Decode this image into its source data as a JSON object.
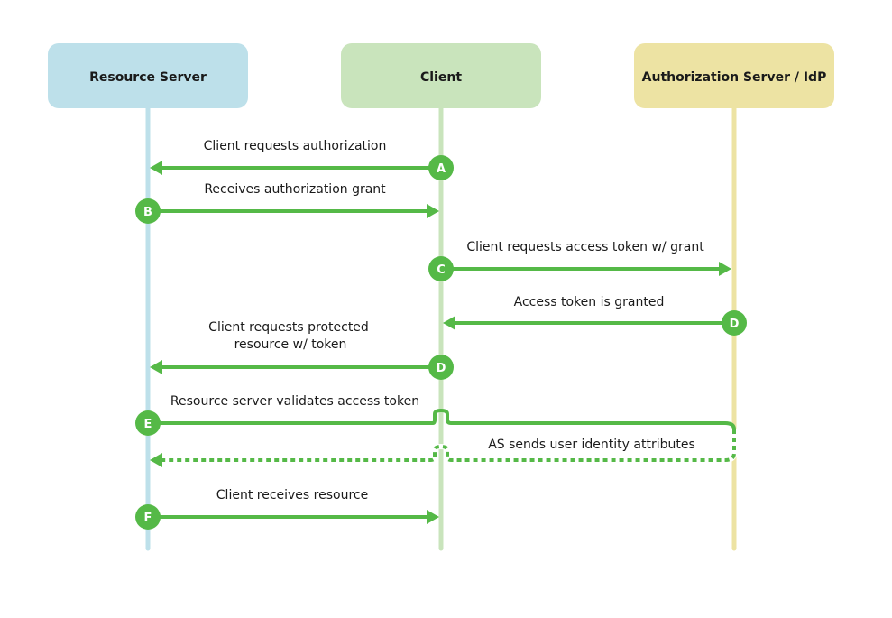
{
  "actors": {
    "resource_server": "Resource Server",
    "client": "Client",
    "auth_server": "Authorization Server / IdP"
  },
  "steps": {
    "a": {
      "badge": "A",
      "label": "Client requests authorization"
    },
    "b": {
      "badge": "B",
      "label": "Receives authorization grant"
    },
    "c": {
      "badge": "C",
      "label": "Client requests access token w/ grant"
    },
    "d1": {
      "badge": "D",
      "label": "Access token is granted"
    },
    "d2": {
      "badge": "D",
      "label_line1": "Client requests protected",
      "label_line2": "resource w/ token"
    },
    "e": {
      "badge": "E",
      "label": "Resource server validates access token"
    },
    "e_return": {
      "label": "AS sends user identity attributes"
    },
    "f": {
      "badge": "F",
      "label": "Client receives resource"
    }
  },
  "colors": {
    "resource_server": "#bde0ea",
    "client": "#c9e4bc",
    "auth_server": "#ede3a3",
    "arrow": "#55b947"
  }
}
